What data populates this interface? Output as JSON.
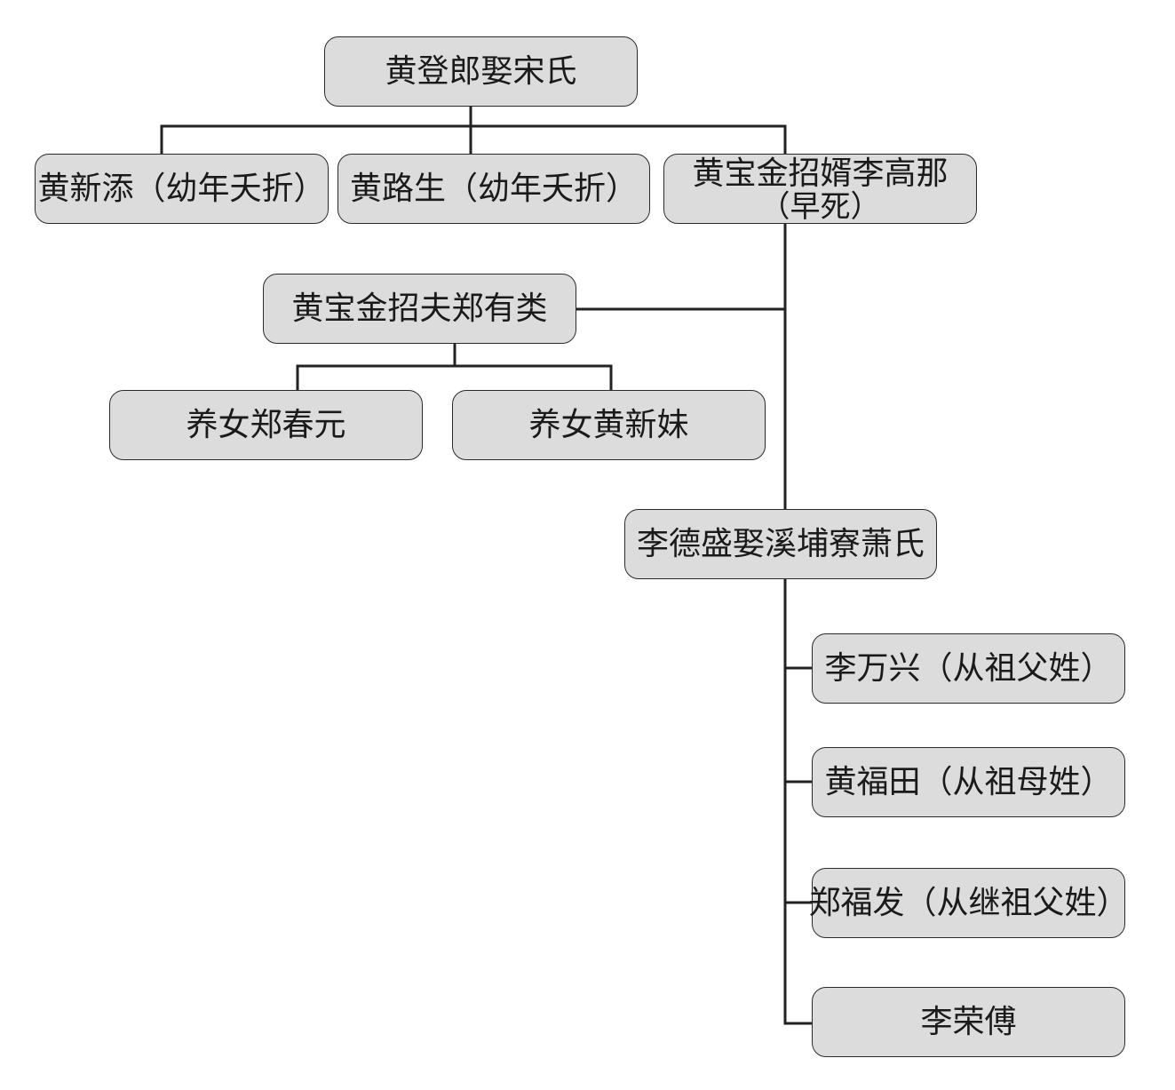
{
  "colors": {
    "node_fill": "#dcdcdc",
    "node_border": "#2b2b2b",
    "line": "#222222",
    "text": "#1a1a1a"
  },
  "nodes": {
    "root": "黄登郎娶宋氏",
    "son1": "黄新添（幼年夭折）",
    "son2": "黄路生（幼年夭折）",
    "daughter_line1": "黄宝金招婿李高那",
    "daughter_line2": "（早死）",
    "husband2": "黄宝金招夫郑有类",
    "adopted1": "养女郑春元",
    "adopted2": "养女黄新妹",
    "grandson": "李德盛娶溪埔寮萧氏",
    "great1": "李万兴（从祖父姓）",
    "great2": "黄福田（从祖母姓）",
    "great3": "郑福发（从继祖父姓）",
    "great4": "李荣傅"
  }
}
